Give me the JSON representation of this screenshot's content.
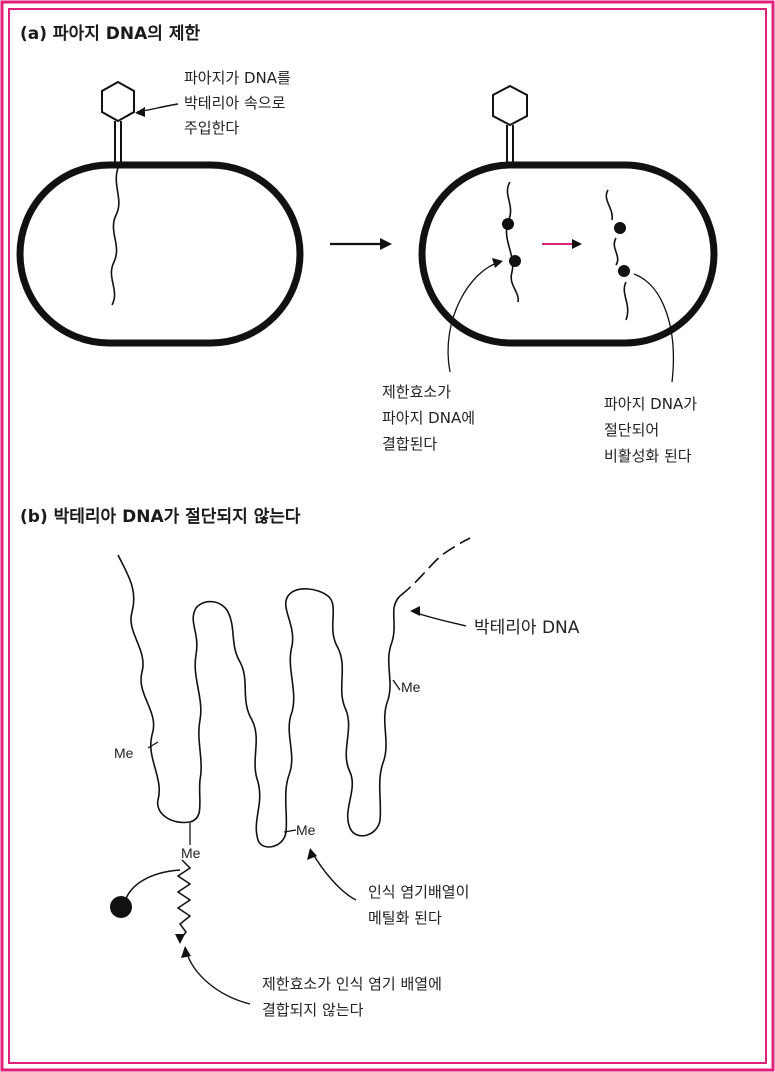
{
  "panel_a": {
    "title": "(a) 파아지 DNA의 제한",
    "inject_label": [
      "파아지가 DNA를",
      "박테리아 속으로",
      "주입한다"
    ],
    "enzyme_bind_label": [
      "제한효소가",
      "파아지 DNA에",
      "결합된다"
    ],
    "cut_label": [
      "파아지 DNA가",
      "절단되어",
      "비활성화 된다"
    ]
  },
  "panel_b": {
    "title": "(b) 박테리아 DNA가 절단되지 않는다",
    "bacteria_dna_label": "박테리아 DNA",
    "methyl_tag": "Me",
    "methylated_label": [
      "인식 염기배열이",
      "메틸화 된다"
    ],
    "no_bind_label": [
      "제한효소가 인식 염기 배열에",
      "결합되지 않는다"
    ]
  },
  "colors": {
    "frame": "#e0207a",
    "ink": "#111111",
    "accent": "#d8247a"
  }
}
